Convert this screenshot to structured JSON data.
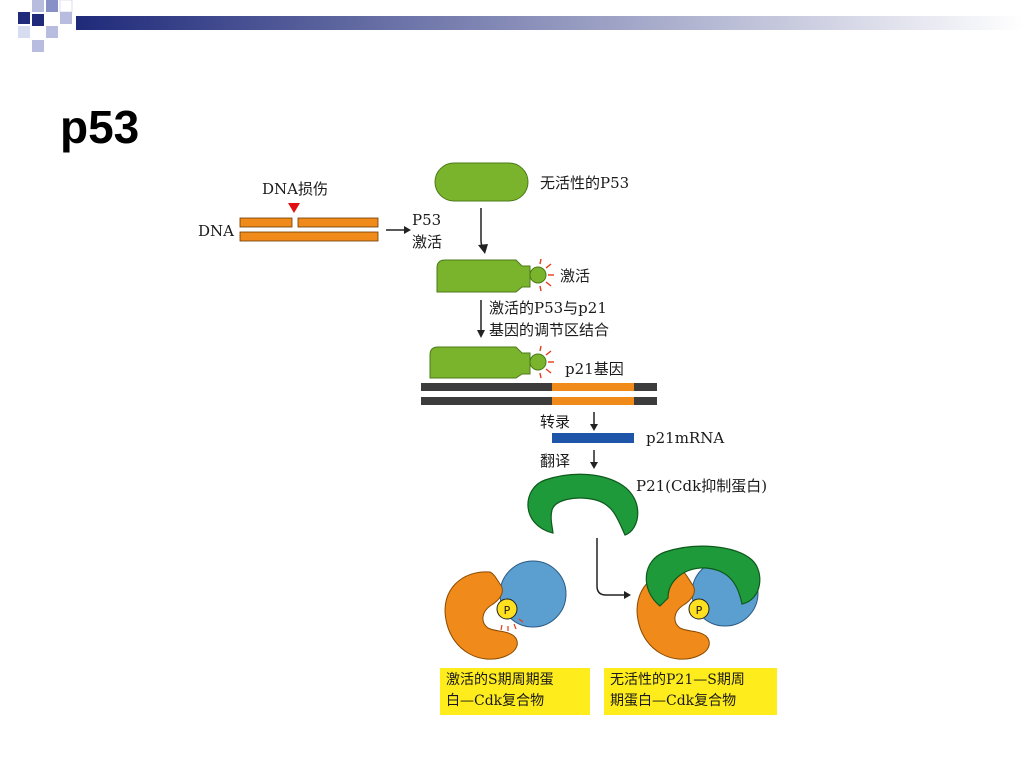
{
  "slide": {
    "title": "p53"
  },
  "labels": {
    "dna_damage": "DNA损伤",
    "dna": "DNA",
    "p53_activation_line1": "P53",
    "p53_activation_line2": "激活",
    "inactive_p53": "无活性的P53",
    "activated": "激活",
    "binding_line1": "激活的P53与p21",
    "binding_line2": "基因的调节区结合",
    "p21_gene": "p21基因",
    "transcription": "转录",
    "p21_mrna": "p21mRNA",
    "translation": "翻译",
    "p21_protein": "P21(Cdk抑制蛋白)",
    "phospho_p": "P"
  },
  "boxes": {
    "active_complex_line1": "激活的S期周期蛋",
    "active_complex_line2": "白—Cdk复合物",
    "inactive_complex_line1": "无活性的P21—S期周",
    "inactive_complex_line2": "期蛋白—Cdk复合物"
  },
  "colors": {
    "accent_navy": "#1f2a7a",
    "p53_green": "#7ab42d",
    "p21_green": "#1f9a3a",
    "dna_orange": "#f08a1a",
    "cyclin_blue": "#5b9fd0",
    "mrna_blue": "#1f55a8",
    "box_yellow": "#ffec1c"
  }
}
